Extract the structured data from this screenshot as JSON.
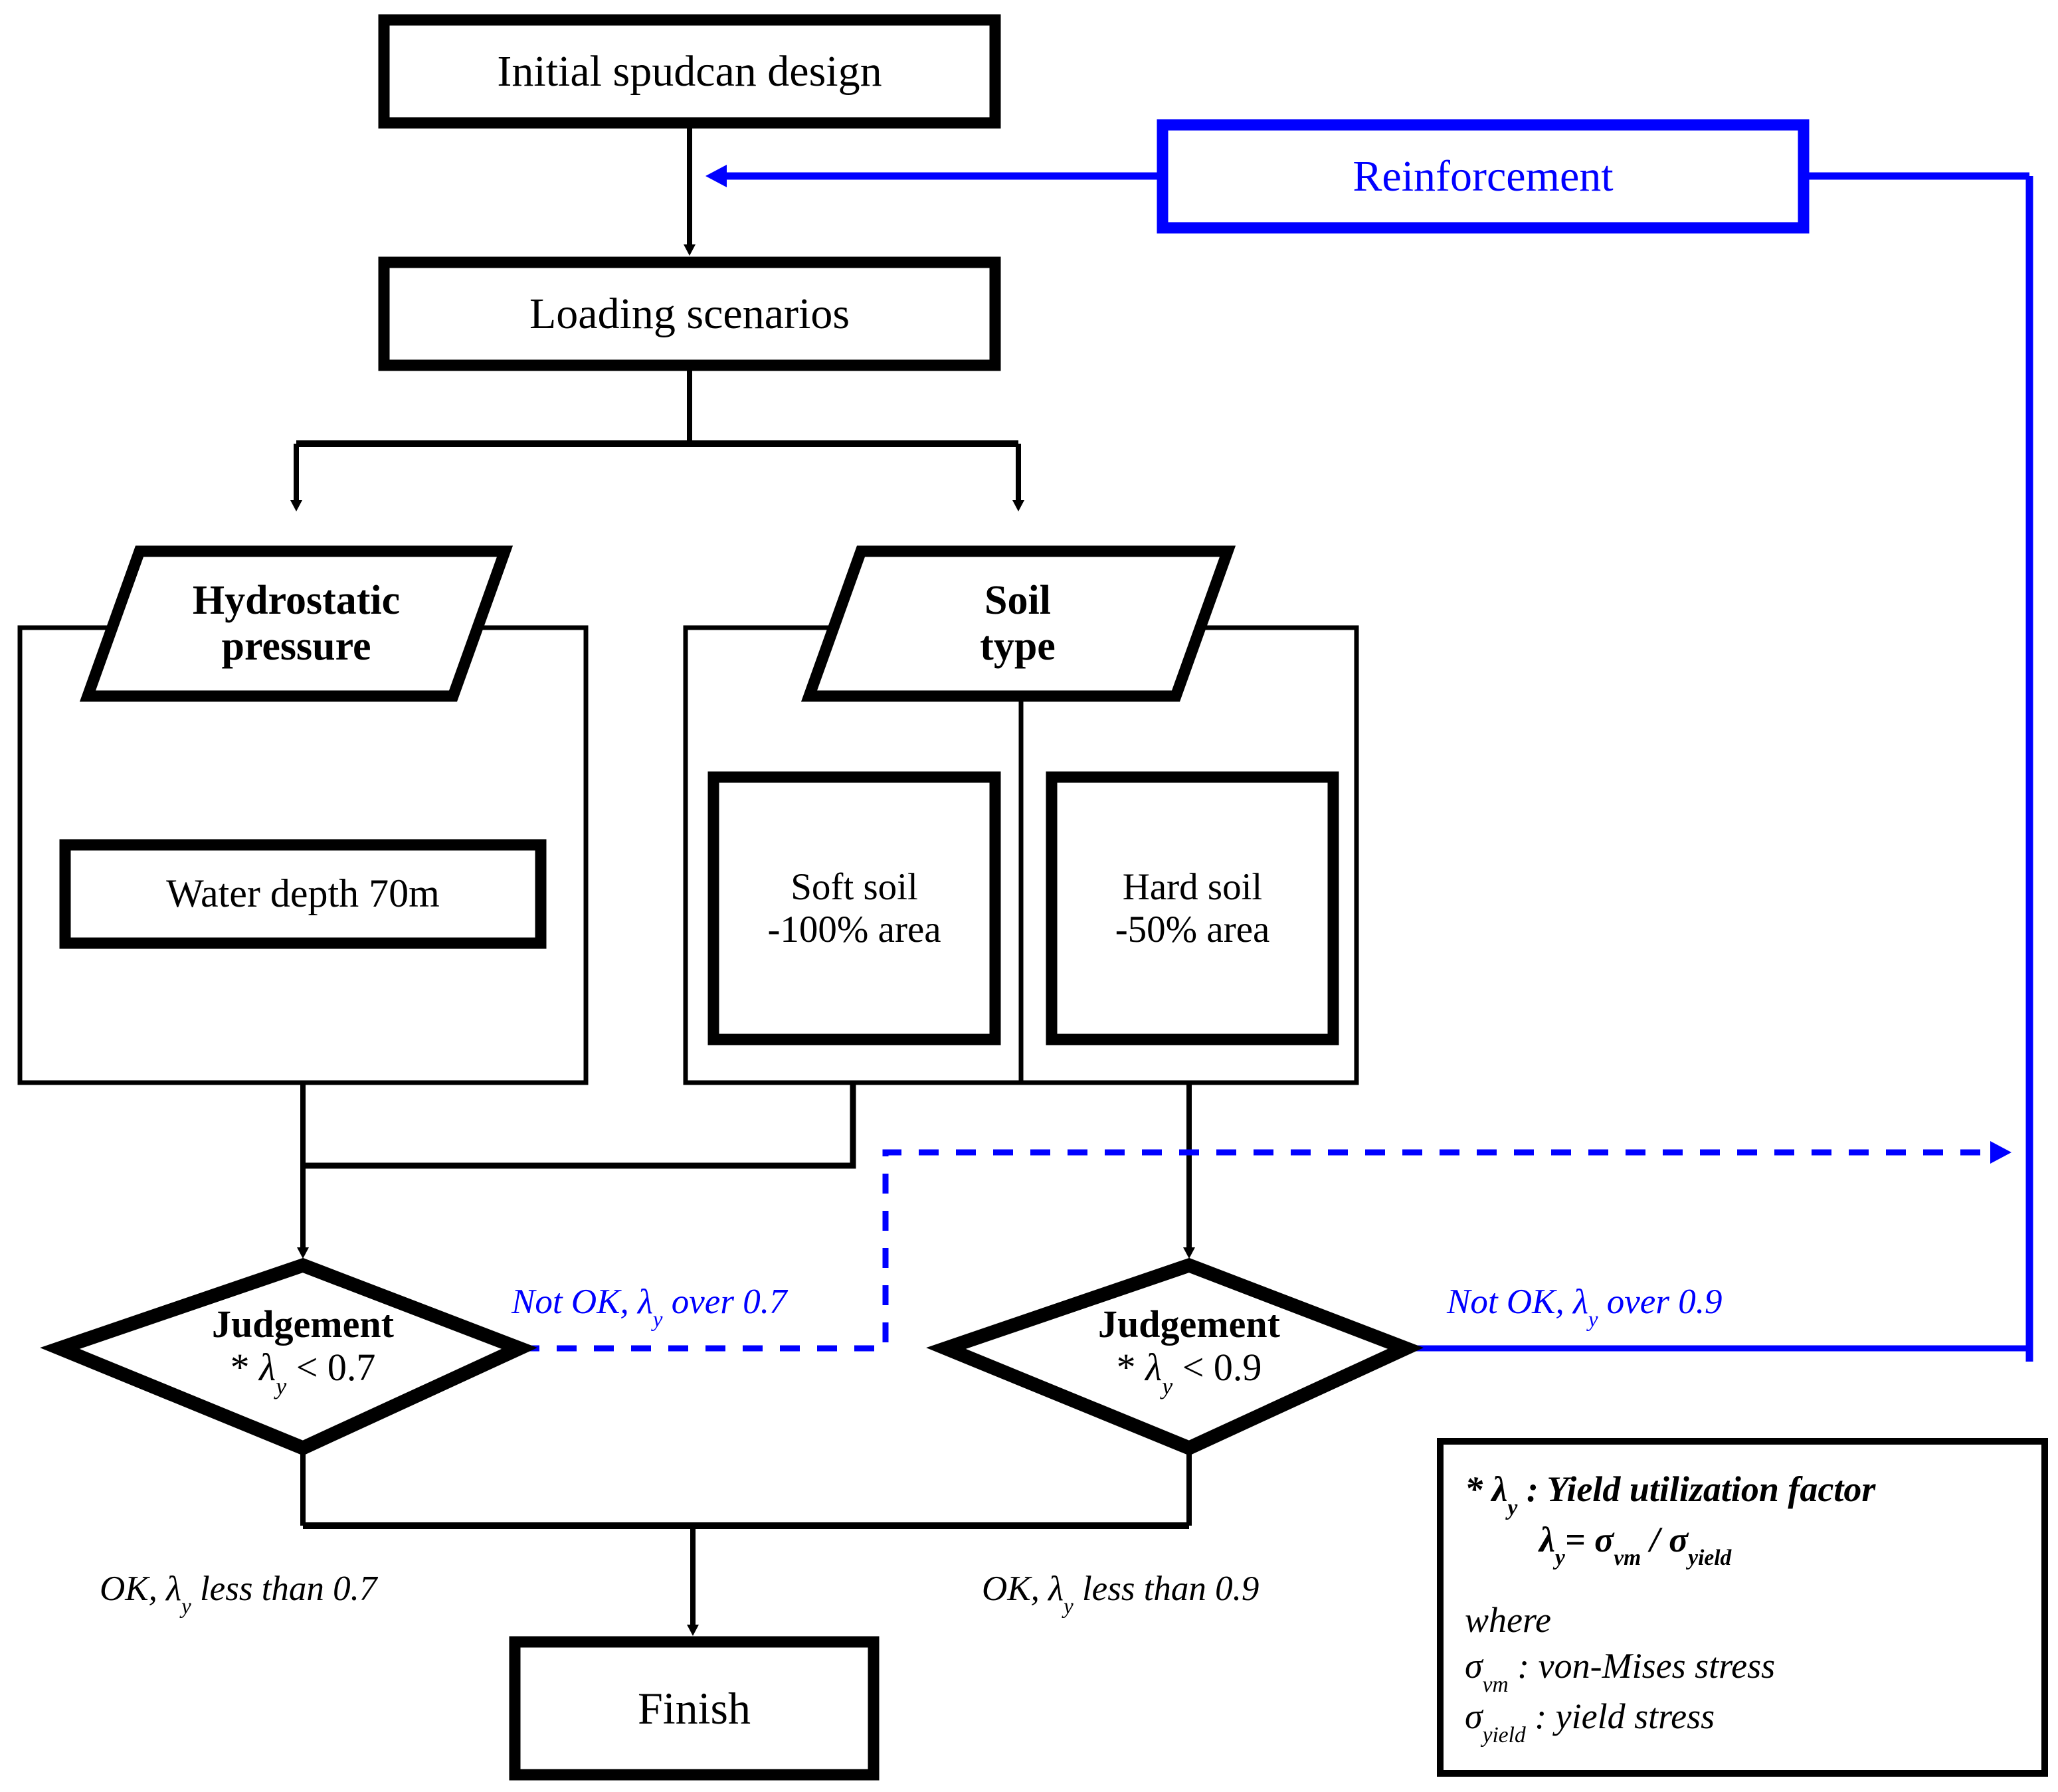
{
  "diagram": {
    "title_nodes": {
      "initial_design": "Initial spudcan design",
      "loading_scenarios": "Loading scenarios",
      "reinforcement": "Reinforcement",
      "finish": "Finish"
    },
    "branch_nodes": {
      "hydrostatic_line1": "Hydrostatic",
      "hydrostatic_line2": "pressure",
      "soil_line1": "Soil",
      "soil_line2": "type"
    },
    "detail_nodes": {
      "water_depth": "Water depth 70m",
      "soft_soil_line1": "Soft soil",
      "soft_soil_line2": "-100% area",
      "hard_soil_line1": "Hard soil",
      "hard_soil_line2": "-50% area"
    },
    "decisions": {
      "left": {
        "line1": "Judgement",
        "line2_prefix": "* ",
        "line2_symbol": "λ",
        "line2_subscript": "y",
        "line2_suffix": " < 0.7"
      },
      "right": {
        "line1": "Judgement",
        "line2_prefix": "* ",
        "line2_symbol": "λ",
        "line2_subscript": "y",
        "line2_suffix": " < 0.9"
      }
    },
    "edge_labels": {
      "not_ok_left_pre": "Not OK, ",
      "not_ok_left_sym": "λ",
      "not_ok_left_sub": "y",
      "not_ok_left_post": " over 0.7",
      "not_ok_right_pre": "Not OK, ",
      "not_ok_right_sym": "λ",
      "not_ok_right_sub": "y",
      "not_ok_right_post": " over 0.9",
      "ok_left_pre": "OK, ",
      "ok_left_sym": "λ",
      "ok_left_sub": "y",
      "ok_left_post": " less than 0.7",
      "ok_right_pre": "OK, ",
      "ok_right_sym": "λ",
      "ok_right_sub": "y",
      "ok_right_post": " less than 0.9"
    },
    "legend": {
      "line1_star": "* ",
      "line1_sym": "λ",
      "line1_sub": "y",
      "line1_text": " : Yield utilization factor",
      "line2_sym": "λ",
      "line2_sub": "y",
      "line2_eq": "= ",
      "line2_sig1": "σ",
      "line2_sig1_sub": "vm",
      "line2_slash": " / ",
      "line2_sig2": "σ",
      "line2_sig2_sub": "yield",
      "line3": "where",
      "line4_sym": "σ",
      "line4_sub": "vm",
      "line4_text": " : von-Mises stress",
      "line5_sym": "σ",
      "line5_sub": "yield",
      "line5_text": " : yield stress"
    },
    "colors": {
      "stroke": "#000000",
      "accent": "#0000ff",
      "background": "#ffffff"
    }
  }
}
